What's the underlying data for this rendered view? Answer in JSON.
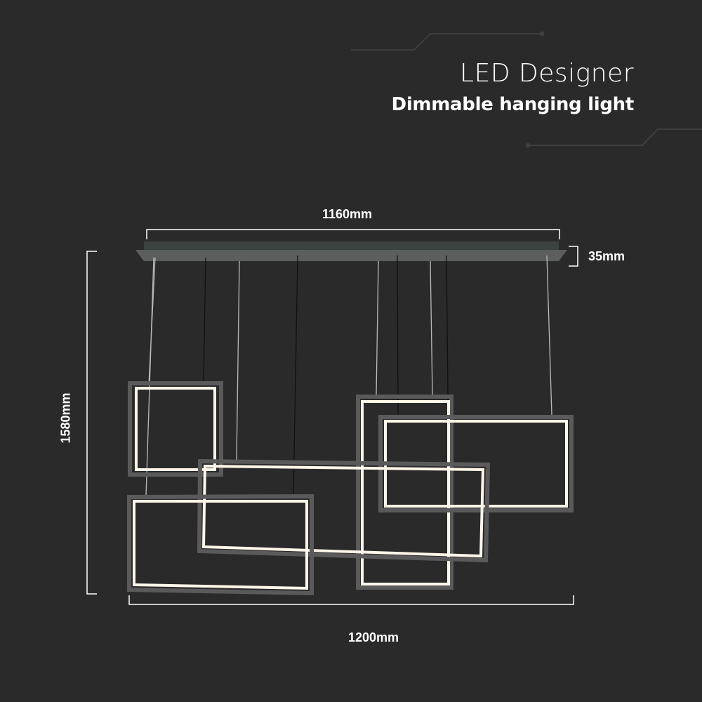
{
  "header": {
    "title": "LED Designer",
    "subtitle": "Dimmable hanging light"
  },
  "dimensions": {
    "canopy_width": "1160mm",
    "canopy_height": "35mm",
    "total_height": "1580mm",
    "total_width": "1200mm"
  },
  "colors": {
    "background": "#2a2a2a",
    "text": "#ffffff",
    "led": "#fff6ea",
    "frame": "#5a5a5a",
    "deco_line": "#444444"
  }
}
